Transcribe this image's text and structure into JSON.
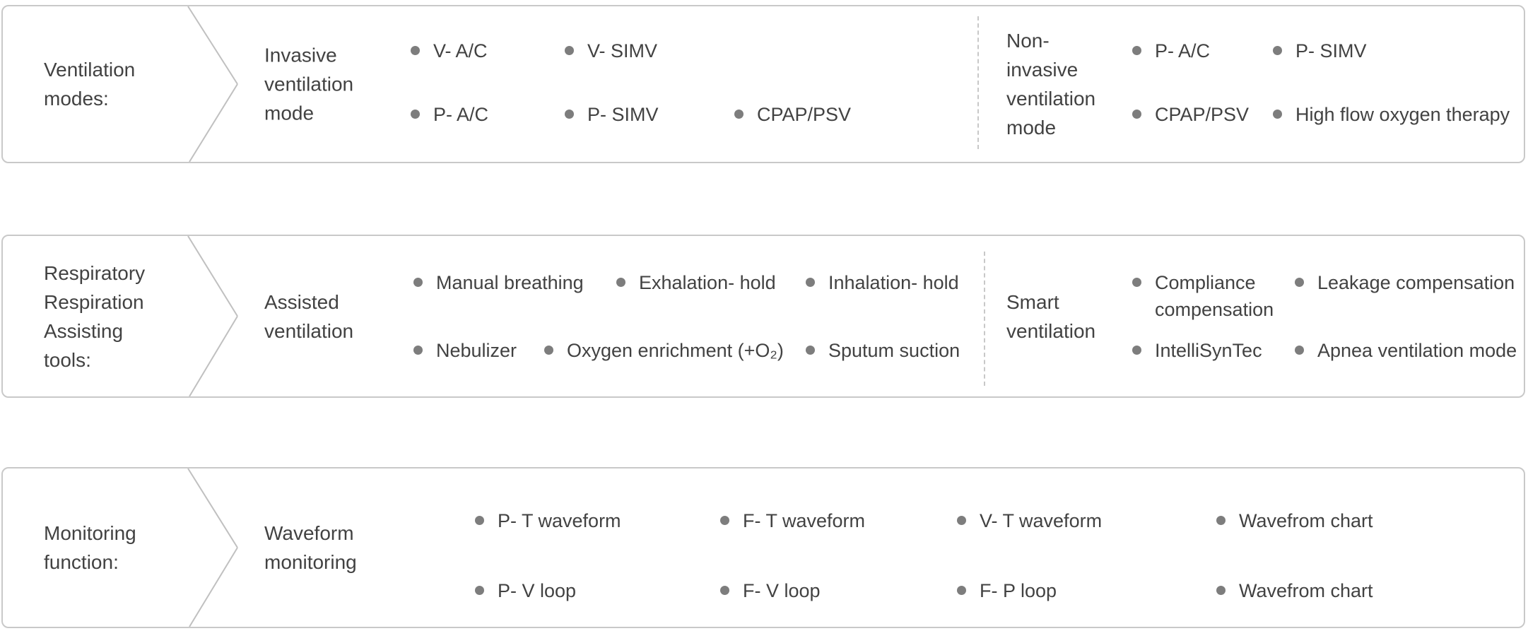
{
  "colors": {
    "panel_border": "#c9c9c9",
    "chevron_line": "#c0c0c0",
    "dashed_divider": "#c8c8c8",
    "text": "#424242",
    "bullet_dot": "#7d7d7d"
  },
  "panels": [
    {
      "name": "ventilation-modes",
      "label_lines": [
        "Ventilation",
        "modes:"
      ],
      "groups": [
        {
          "title_lines": [
            "Invasive",
            "ventilation",
            "mode"
          ],
          "items": [
            "V- A/C",
            "V- SIMV",
            "P- A/C",
            "P- SIMV",
            "CPAP/PSV"
          ]
        },
        {
          "title_lines": [
            "Non-",
            "invasive",
            "ventilation",
            "mode"
          ],
          "items": [
            "P- A/C",
            "P- SIMV",
            "CPAP/PSV",
            "High flow oxygen therapy"
          ]
        }
      ]
    },
    {
      "name": "respiratory-respiration-assisting-tools",
      "label_lines": [
        "Respiratory",
        "Respiration",
        "Assisting",
        "tools:"
      ],
      "groups": [
        {
          "title_lines": [
            "Assisted",
            "ventilation"
          ],
          "items": [
            "Manual breathing",
            "Exhalation- hold",
            "Inhalation- hold",
            "Nebulizer",
            "Oxygen enrichment (+O₂)",
            "Sputum suction"
          ]
        },
        {
          "title_lines": [
            "Smart",
            "ventilation"
          ],
          "items": [
            "Compliance compensation",
            "Leakage compensation",
            "IntelliSynTec",
            "Apnea ventilation mode"
          ]
        }
      ]
    },
    {
      "name": "monitoring-function",
      "label_lines": [
        "Monitoring",
        "function:"
      ],
      "groups": [
        {
          "title_lines": [
            "Waveform",
            "monitoring"
          ],
          "items": [
            "P- T waveform",
            "F- T waveform",
            "V- T waveform",
            "Wavefrom chart",
            "P- V loop",
            "F- V loop",
            "F- P loop",
            "Wavefrom chart"
          ]
        }
      ]
    }
  ]
}
